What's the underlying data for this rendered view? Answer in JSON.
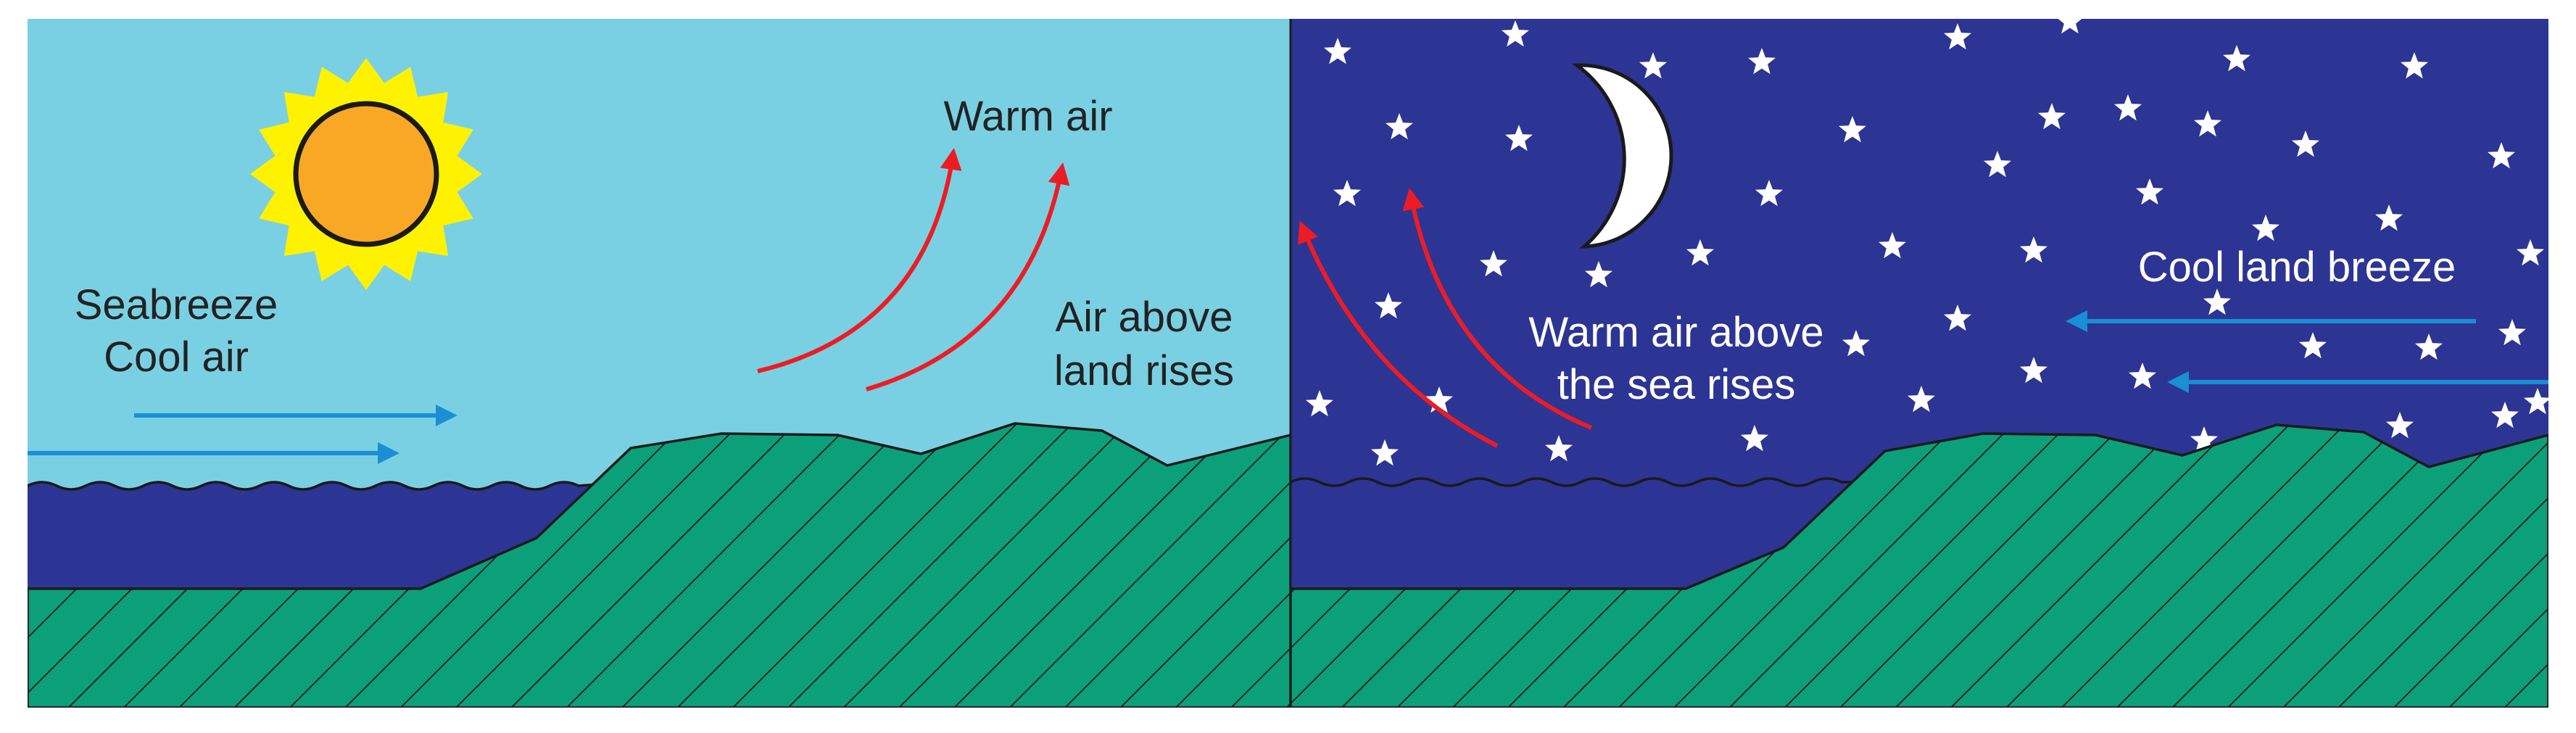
{
  "colors": {
    "day_sky": "#7ad0e3",
    "night_sky": "#2c3594",
    "sea": "#2c3594",
    "land": "#0ba07a",
    "hatch": "#1a1a1a",
    "sun_body": "#f9a825",
    "sun_rays": "#fff200",
    "moon": "#ffffff",
    "warm_arrow": "#ed1c24",
    "cool_arrow": "#1a8fd4",
    "day_text": "#222222",
    "night_text": "#ffffff",
    "star": "#ffffff"
  },
  "icons": {
    "sun": "sun-icon",
    "moon": "crescent-moon-icon",
    "star": "star-icon"
  },
  "day_panel": {
    "label_seabreeze": "Seabreeze",
    "label_cool_air": "Cool air",
    "label_warm_air": "Warm air",
    "label_air_above": "Air above",
    "label_land_rises": "land rises"
  },
  "night_panel": {
    "label_warm_air_above": "Warm air above",
    "label_sea_rises": "the sea rises",
    "label_cool_land_breeze": "Cool land breeze"
  }
}
